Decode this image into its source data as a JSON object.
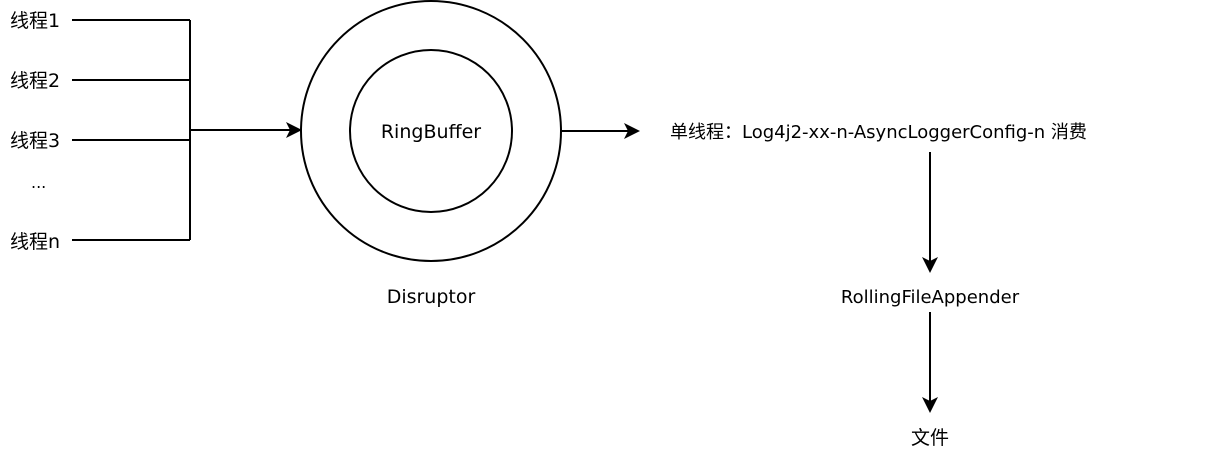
{
  "threads": {
    "items": [
      "线程1",
      "线程2",
      "线程3",
      "...",
      "线程n"
    ]
  },
  "disruptor": {
    "inner_label": "RingBuffer",
    "caption": "Disruptor"
  },
  "consumer": {
    "label": "单线程：Log4j2-xx-n-AsyncLoggerConfig-n 消费"
  },
  "appender": {
    "label": "RollingFileAppender"
  },
  "output": {
    "label": "文件"
  },
  "colors": {
    "stroke": "#000000",
    "background": "#ffffff"
  }
}
